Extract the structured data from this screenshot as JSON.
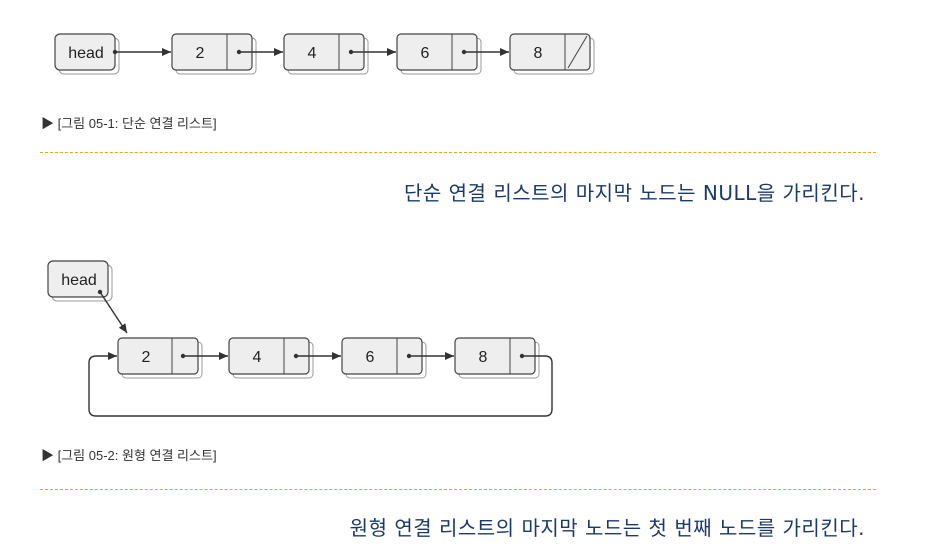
{
  "figure1": {
    "head_label": "head",
    "nodes": [
      "2",
      "4",
      "6",
      "8"
    ],
    "caption": "▶ [그림 05-1: 단순 연결 리스트]",
    "note": "단순 연결 리스트의 마지막 노드는 NULL을 가리킨다."
  },
  "figure2": {
    "head_label": "head",
    "nodes": [
      "2",
      "4",
      "6",
      "8"
    ],
    "caption": "▶ [그림 05-2: 원형 연결 리스트]",
    "note": "원형 연결 리스트의 마지막 노드는 첫 번째 노드를 가리킨다."
  },
  "colors": {
    "divider_dash": "#f0a020",
    "note_text": "#1a3a6e",
    "node_fill": "#eeeeee"
  }
}
